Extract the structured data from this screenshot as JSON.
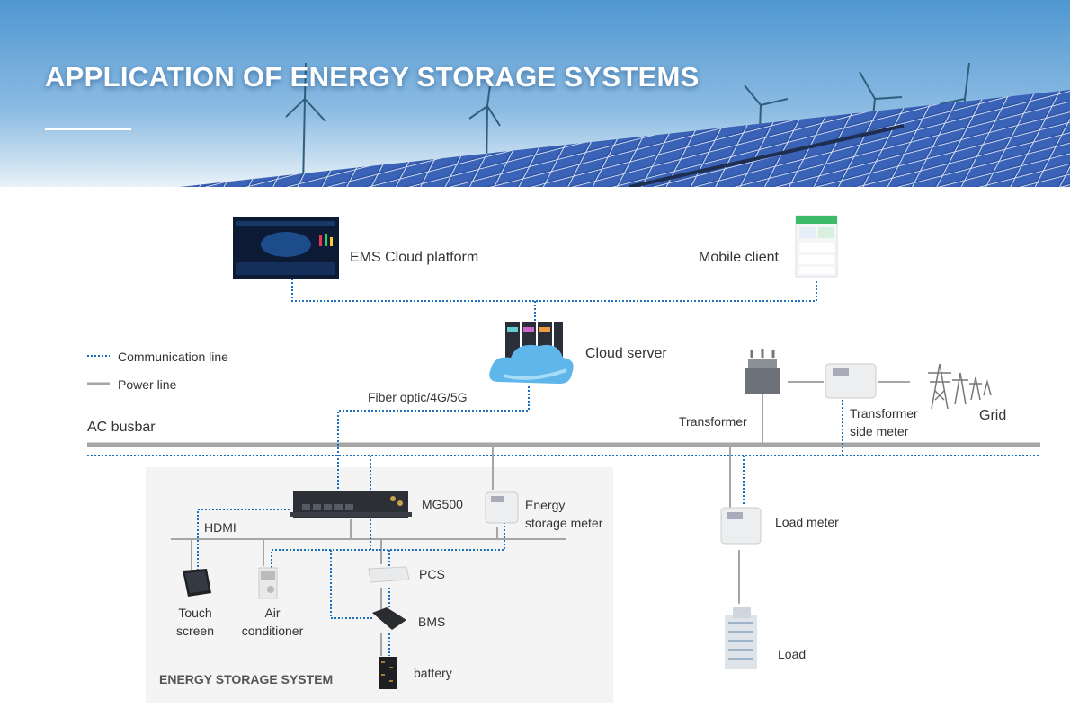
{
  "header": {
    "title": "APPLICATION OF ENERGY STORAGE SYSTEMS"
  },
  "legend": {
    "communication": "Communication line",
    "power": "Power line"
  },
  "nodes": {
    "ems": "EMS Cloud platform",
    "mobile": "Mobile client",
    "cloud": "Cloud server",
    "fiber": "Fiber optic/4G/5G",
    "busbar": "AC busbar",
    "transformer": "Transformer",
    "tsm_1": "Transformer",
    "tsm_2": "side meter",
    "grid": "Grid",
    "mg500": "MG500",
    "hdmi": "HDMI",
    "esm_1": "Energy",
    "esm_2": "storage meter",
    "touch_1": "Touch",
    "touch_2": "screen",
    "air_1": "Air",
    "air_2": "conditioner",
    "pcs": "PCS",
    "bms": "BMS",
    "battery": "battery",
    "load_meter": "Load meter",
    "load": "Load"
  },
  "ess_title": "ENERGY STORAGE SYSTEM",
  "colors": {
    "comm": "#1c6fbf",
    "power": "#a6a6a6",
    "accent": "#4a95d0"
  }
}
